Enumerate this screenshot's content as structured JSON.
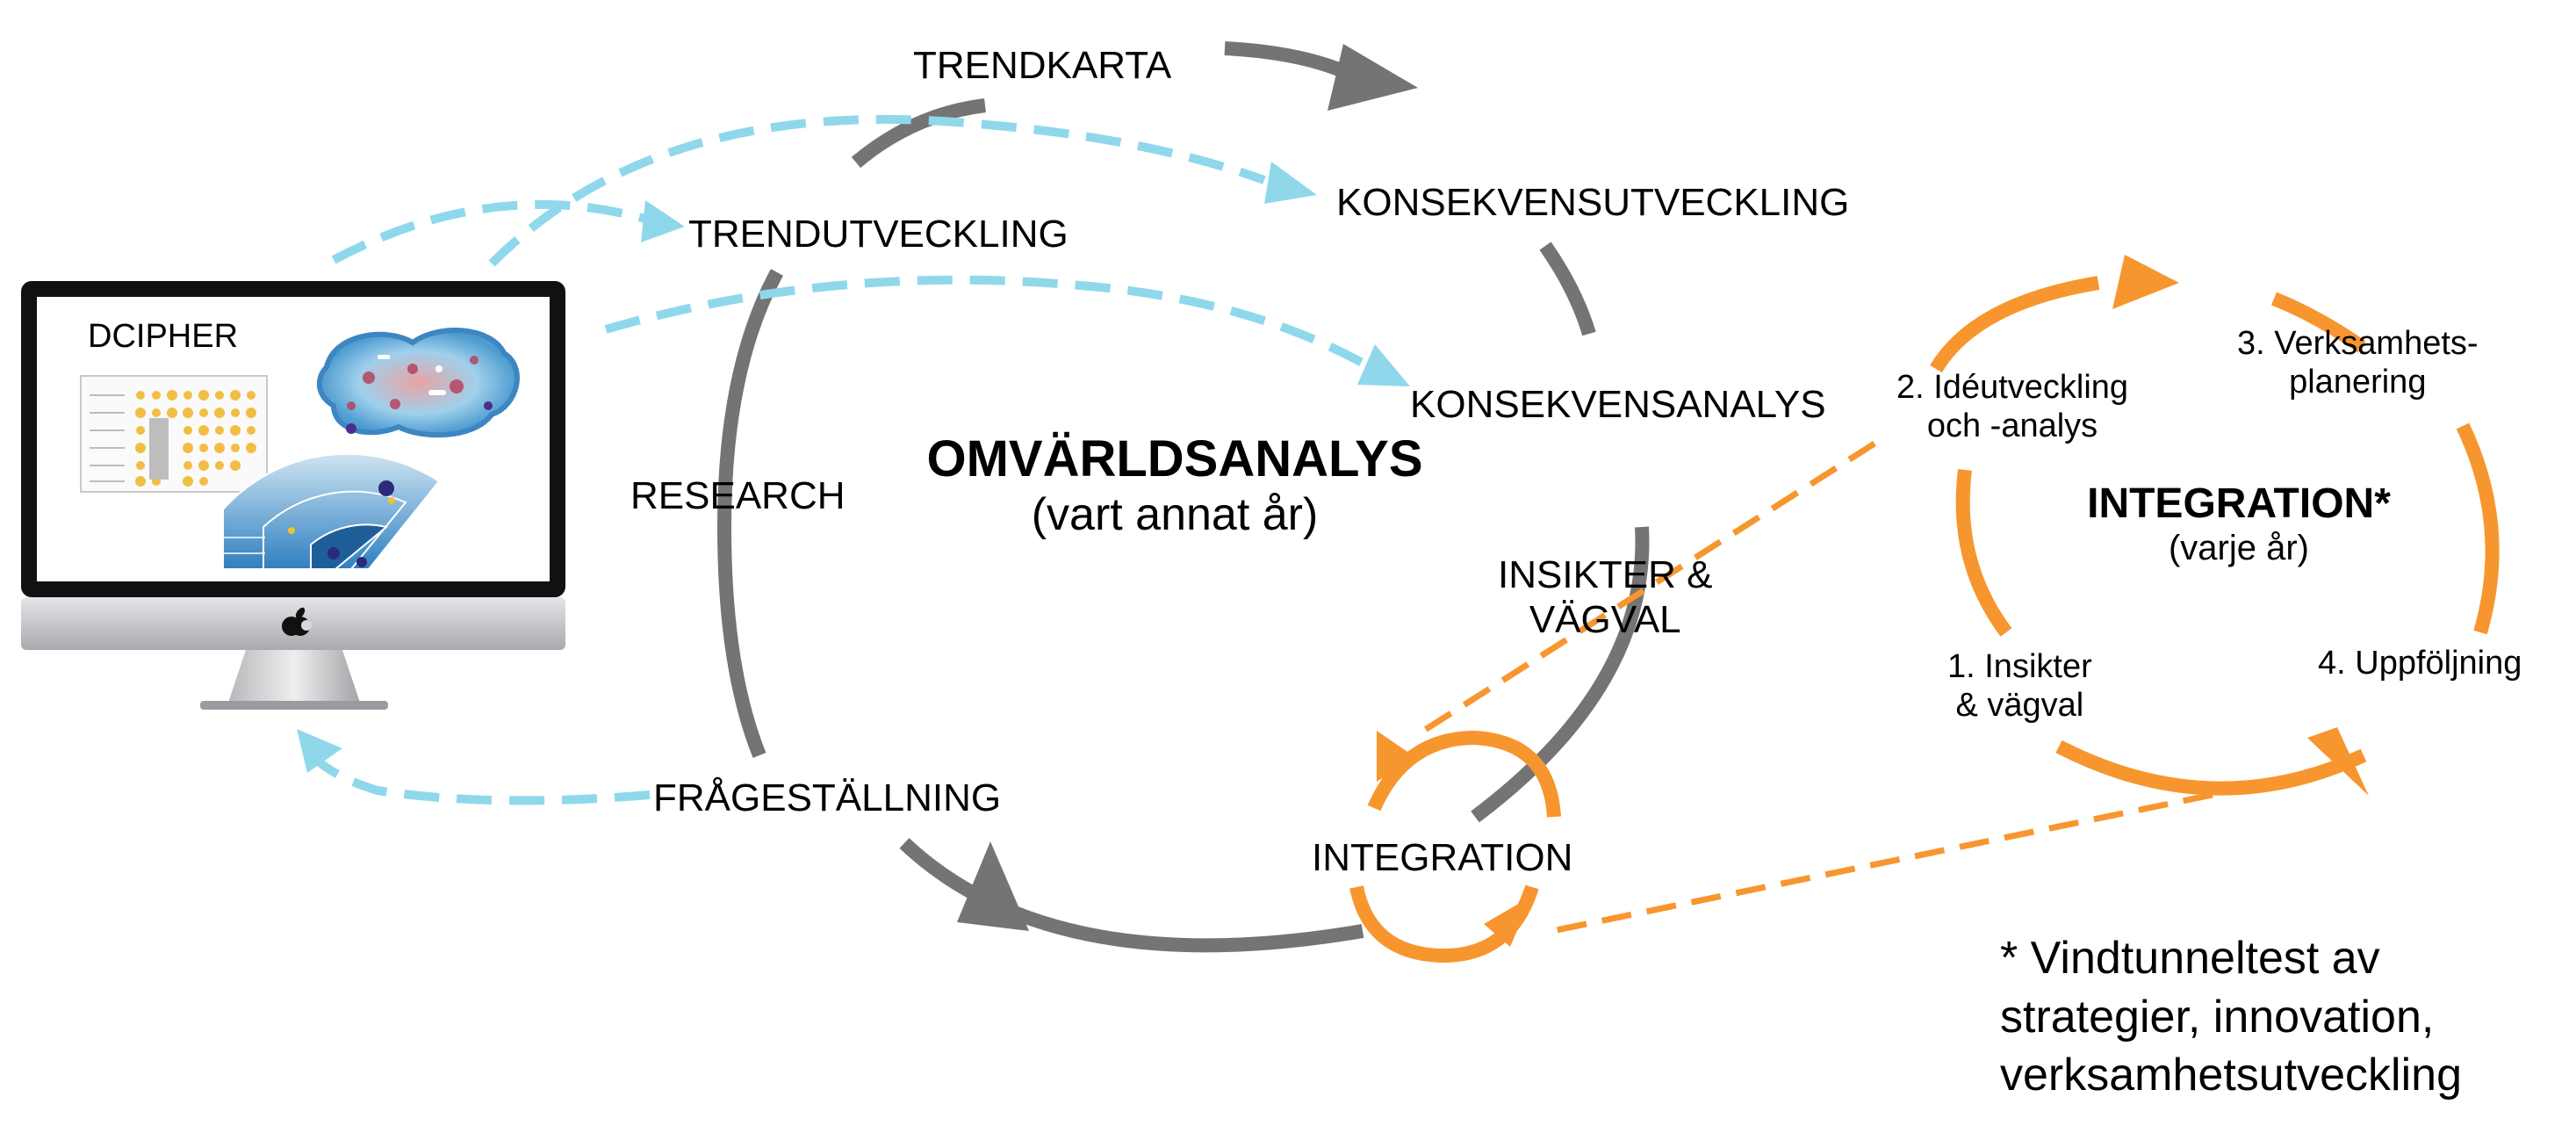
{
  "monitor": {
    "title": "DCIPHER"
  },
  "main_cycle": {
    "title": "OMVÄRLDSANALYS",
    "subtitle": "(vart annat år)",
    "labels": {
      "trendkarta": "TRENDKARTA",
      "konsekvensutveckling": "KONSEKVENSUTVECKLING",
      "trendutveckling": "TRENDUTVECKLING",
      "konsekvensanalys": "KONSEKVENSANALYS",
      "research": "RESEARCH",
      "insikter_line1": "INSIKTER &",
      "insikter_line2": "VÄGVAL",
      "fragestallning": "FRÅGESTÄLLNING",
      "integration": "INTEGRATION"
    }
  },
  "integration_cycle": {
    "title": "INTEGRATION*",
    "subtitle": "(varje år)",
    "steps": {
      "s1_line1": "1. Insikter",
      "s1_line2": "& vägval",
      "s2_line1": "2. Idéutveckling",
      "s2_line2": "och -analys",
      "s3_line1": "3. Verksamhets-",
      "s3_line2": "planering",
      "s4": "4. Uppföljning"
    }
  },
  "footnote": {
    "line1": "* Vindtunneltest av",
    "line2": "strategier, innovation,",
    "line3": "verksamhetsutveckling"
  },
  "colors": {
    "cycle_gray": "#747474",
    "integration_orange": "#F7962F",
    "flow_cyan": "#8FD8EC",
    "monitor_black": "#111111",
    "monitor_silver": "#C8C8CC"
  }
}
